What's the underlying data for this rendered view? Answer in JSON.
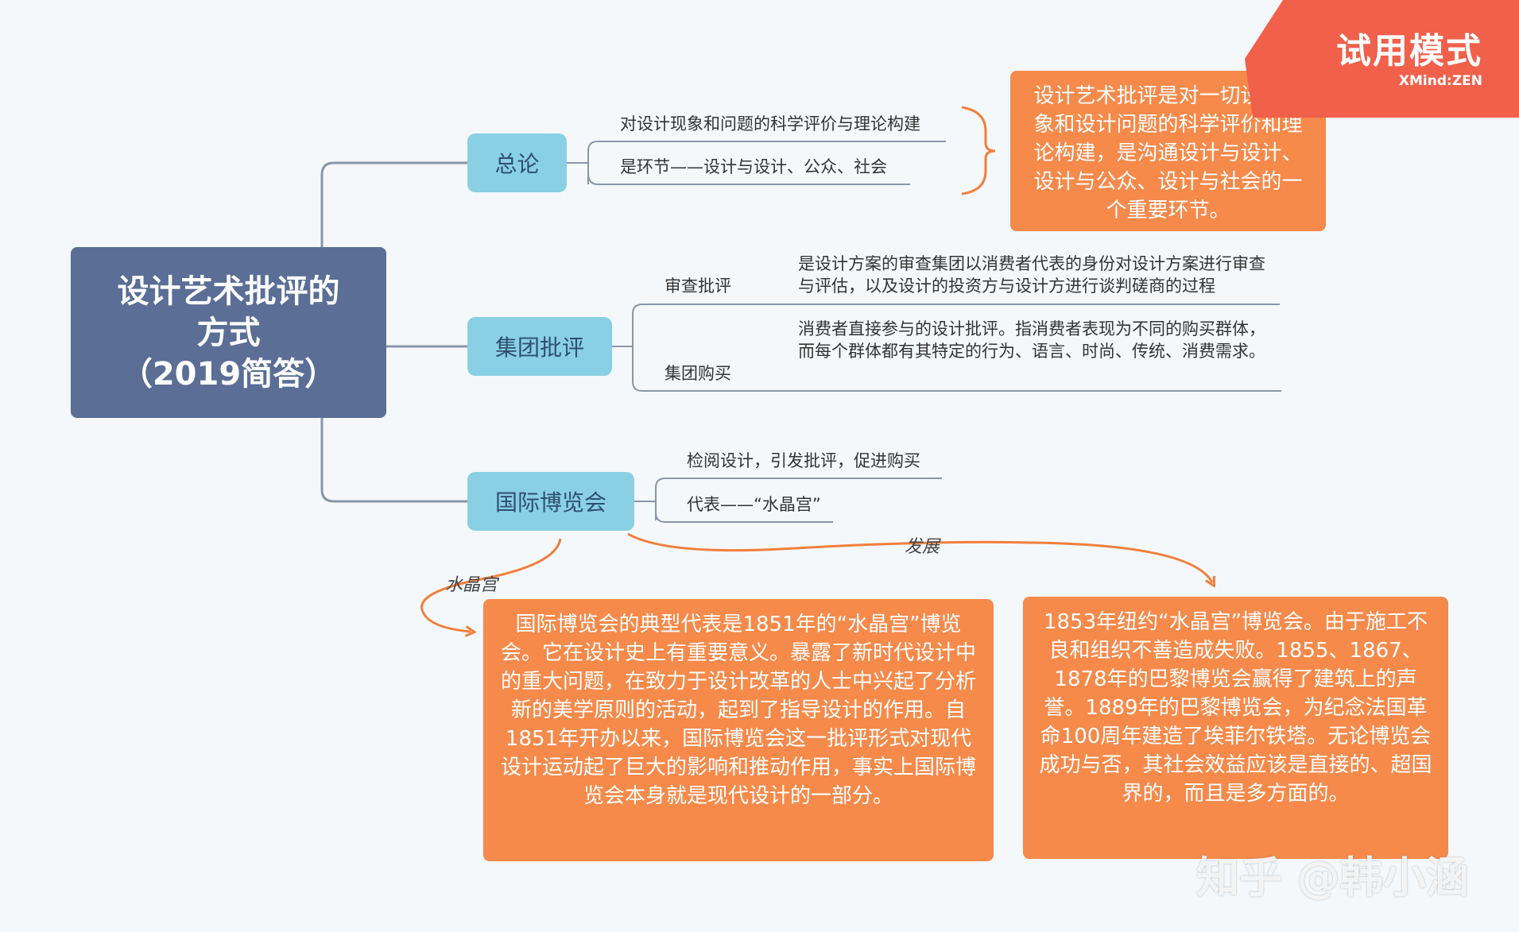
{
  "root": {
    "line1": "设计艺术批评的",
    "line2": "方式",
    "line3": "（2019简答）"
  },
  "branches": {
    "general": {
      "label": "总论",
      "items": [
        "对设计现象和问题的科学评价与理论构建",
        "是环节——设计与设计、公众、社会"
      ],
      "summary": "设计艺术批评是对一切设计现象和设计问题的科学评价和理论构建，是沟通设计与设计、设计与公众、设计与社会的一个重要环节。"
    },
    "group": {
      "label": "集团批评",
      "items": [
        {
          "label": "审查批评",
          "desc": "是设计方案的审查集团以消费者代表的身份对设计方案进行审查与评估，以及设计的投资方与设计方进行谈判磋商的过程"
        },
        {
          "label": "集团购买",
          "desc": "消费者直接参与的设计批评。指消费者表现为不同的购买群体，而每个群体都有其特定的行为、语言、时尚、传统、消费需求。"
        }
      ]
    },
    "expo": {
      "label": "国际博览会",
      "items": [
        "检阅设计，引发批评，促进购买",
        "代表——“水晶宫”"
      ],
      "link_crystal": "水晶宫",
      "link_develop": "发展",
      "crystal_text": "国际博览会的典型代表是1851年的“水晶宫”博览会。它在设计史上有重要意义。暴露了新时代设计中的重大问题，在致力于设计改革的人士中兴起了分析新的美学原则的活动，起到了指导设计的作用。自1851年开办以来，国际博览会这一批评形式对现代设计运动起了巨大的影响和推动作用，事实上国际博览会本身就是现代设计的一部分。",
      "develop_text": "1853年纽约“水晶宫”博览会。由于施工不良和组织不善造成失败。1855、1867、1878年的巴黎博览会赢得了建筑上的声誉。1889年的巴黎博览会，为纪念法国革命100周年建造了埃菲尔铁塔。无论博览会成功与否，其社会效益应该是直接的、超国界的，而且是多方面的。"
    }
  },
  "watermark": {
    "title": "试用模式",
    "brand": "XMind:ZEN"
  },
  "credit": "知乎 @韩小涵",
  "colors": {
    "root": "#5a6e96",
    "branch": "#89d0e4",
    "callout": "#f58a4b",
    "connector": "#8a96a8",
    "relation": "#f07f3c",
    "watermark": "#f0604a"
  }
}
